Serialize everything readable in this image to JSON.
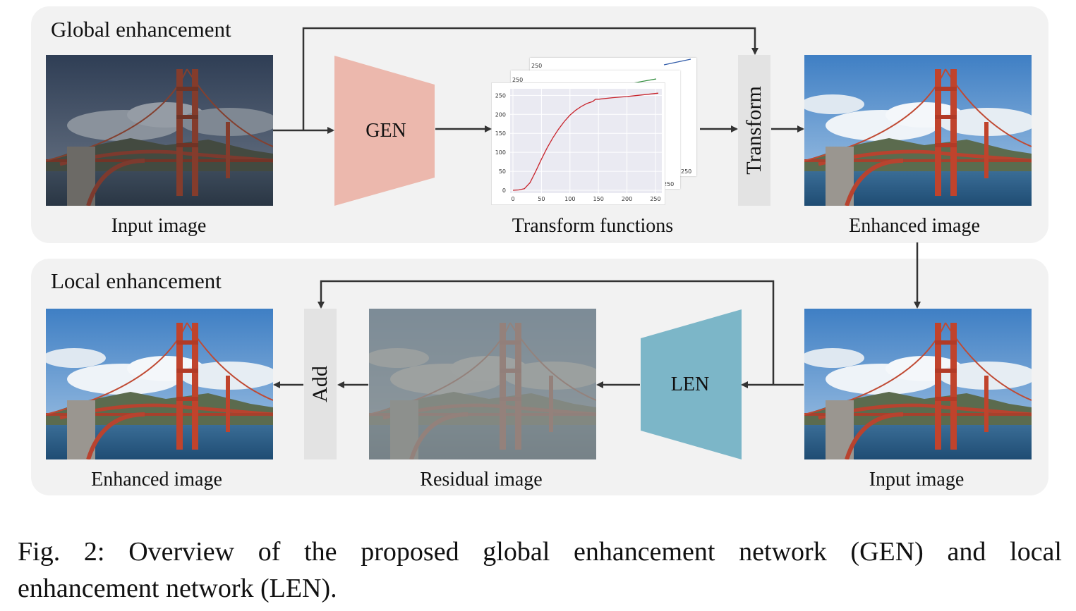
{
  "global": {
    "title": "Global enhancement",
    "input_caption": "Input image",
    "network_label": "GEN",
    "functions_caption": "Transform functions",
    "transform_label": "Transform",
    "output_caption": "Enhanced image"
  },
  "local": {
    "title": "Local enhancement",
    "input_caption": "Input image",
    "network_label": "LEN",
    "residual_caption": "Residual image",
    "add_label": "Add",
    "output_caption": "Enhanced image"
  },
  "colors": {
    "gen_fill": "#ecb8ad",
    "len_fill": "#7cb6c8",
    "panel_bg": "#f2f2f2",
    "block_bg": "#e3e3e3",
    "arrow": "#333333",
    "curve_red": "#c8242c",
    "curve_green": "#2e8b3a",
    "curve_blue": "#2f5aa8"
  },
  "chart_data": {
    "type": "line",
    "x_ticks": [
      "0",
      "50",
      "100",
      "150",
      "200",
      "250"
    ],
    "y_ticks": [
      "0",
      "50",
      "100",
      "150",
      "200",
      "250"
    ],
    "back_sheet_labels": [
      "250",
      "250",
      "250",
      "250"
    ],
    "xlim": [
      0,
      255
    ],
    "ylim": [
      0,
      260
    ],
    "series": [
      {
        "color": "#c8242c",
        "x": [
          0,
          10,
          20,
          30,
          40,
          50,
          60,
          70,
          80,
          90,
          100,
          110,
          120,
          130,
          140,
          145,
          150,
          175,
          200,
          225,
          255
        ],
        "y": [
          0,
          1,
          4,
          20,
          50,
          82,
          112,
          138,
          161,
          181,
          198,
          211,
          221,
          229,
          234,
          240,
          240,
          244,
          247,
          251,
          256
        ]
      }
    ]
  },
  "figure_caption": {
    "line1": "Fig. 2: Overview of the proposed global enhancement network (GEN) and local",
    "line2": "enhancement network (LEN)."
  }
}
